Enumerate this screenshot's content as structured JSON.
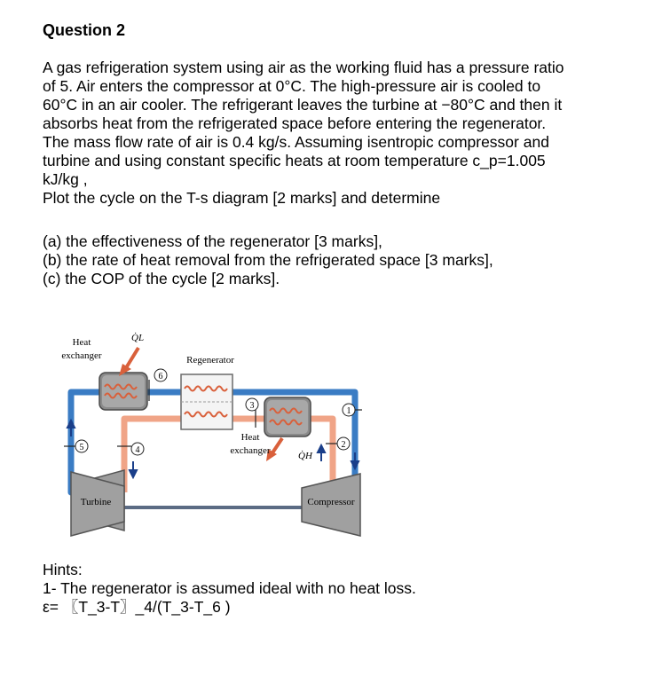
{
  "question": {
    "title": "Question 2",
    "statement_lines": [
      "A gas refrigeration system using air as the working fluid has a pressure ratio",
      "of 5. Air enters the compressor at 0°C. The high-pressure air is cooled to",
      "60°C in an air cooler. The refrigerant leaves the turbine at −80°C and then it",
      "absorbs heat from the refrigerated space before entering the regenerator.",
      "The mass flow rate of air is 0.4 kg/s. Assuming isentropic compressor and",
      "turbine and using constant specific heats at room temperature c_p=1.005",
      "kJ/kg ,",
      "Plot the cycle on the T-s diagram [2 marks] and determine"
    ],
    "parts": [
      "(a) the effectiveness of the regenerator [3 marks],",
      "(b) the rate of heat removal from the refrigerated space [3 marks],",
      "(c) the COP of the cycle [2 marks]."
    ]
  },
  "diagram": {
    "heat_exchanger_left_line1": "Heat",
    "heat_exchanger_left_line2": "exchanger",
    "q_l": "Q̇L",
    "regenerator": "Regenerator",
    "heat_exchanger_right_line1": "Heat",
    "heat_exchanger_right_line2": "exchanger",
    "q_h": "Q̇H",
    "turbine": "Turbine",
    "compressor": "Compressor",
    "state_labels": [
      "1",
      "2",
      "3",
      "4",
      "5",
      "6"
    ]
  },
  "hints": {
    "title": "Hints:",
    "line1": "1- The regenerator is assumed ideal with no heat loss.",
    "formula": "ε= 〖T_3-T〗_4/(T_3-T_6 )"
  }
}
